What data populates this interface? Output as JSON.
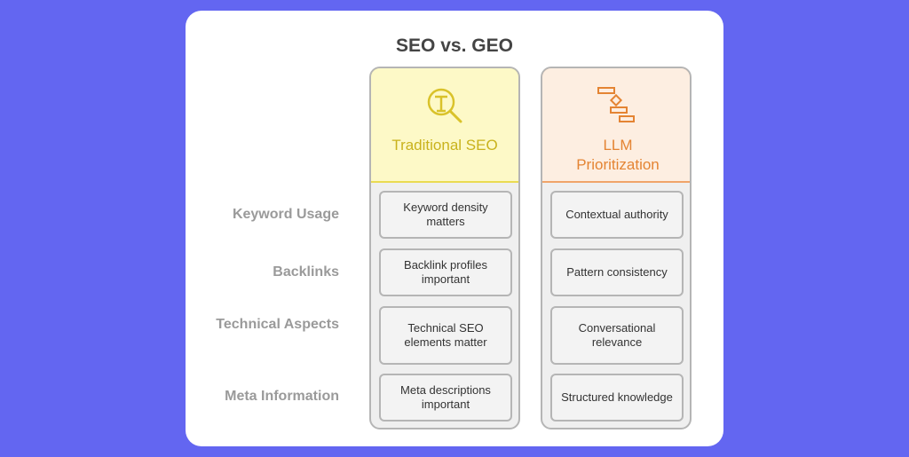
{
  "title": "SEO vs. GEO",
  "columns": [
    {
      "name": "Traditional SEO",
      "icon": "magnifier-text-icon",
      "accent": "#c9b21c",
      "fill": "#fdf9c7"
    },
    {
      "name": "LLM Prioritization",
      "icon": "gantt-blocks-icon",
      "accent": "#e48433",
      "fill": "#fdeee1"
    }
  ],
  "rows": [
    {
      "label": "Keyword Usage",
      "seo": "Keyword density matters",
      "llm": "Contextual authority"
    },
    {
      "label": "Backlinks",
      "seo": "Backlink profiles important",
      "llm": "Pattern consistency"
    },
    {
      "label": "Technical Aspects",
      "seo": "Technical SEO elements matter",
      "llm": "Conversational relevance"
    },
    {
      "label": "Meta Information",
      "seo": "Meta descriptions important",
      "llm": "Structured knowledge"
    }
  ],
  "colors": {
    "background": "#6366f1",
    "card": "#ffffff",
    "border": "#b5b5b5"
  }
}
